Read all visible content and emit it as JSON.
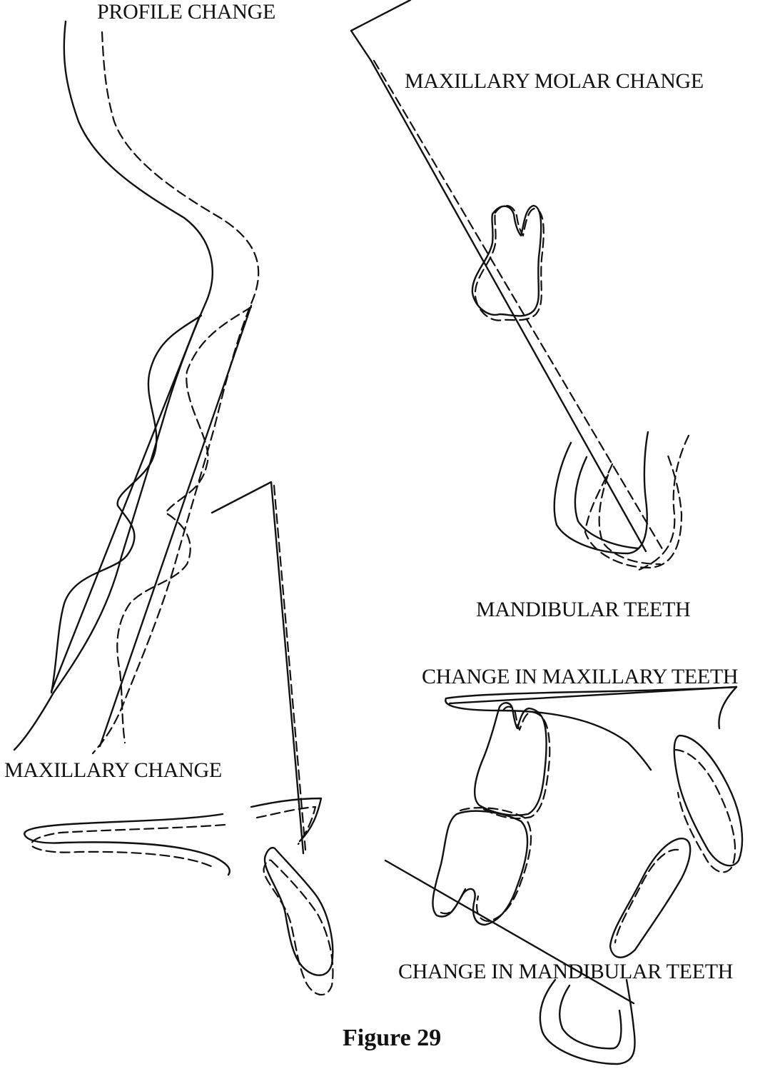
{
  "labels": {
    "profile_change": "PROFILE CHANGE",
    "maxillary_molar_change": "MAXILLARY MOLAR CHANGE",
    "mandibular_teeth": "MANDIBULAR TEETH",
    "change_in_maxillary_teeth": "CHANGE IN MAXILLARY TEETH",
    "maxillary_change": "MAXILLARY CHANGE",
    "change_in_mandibular_teeth": "CHANGE IN MANDIBULAR TEETH",
    "caption": "Figure  29"
  },
  "style": {
    "line_color": "#111111",
    "background": "#ffffff"
  }
}
